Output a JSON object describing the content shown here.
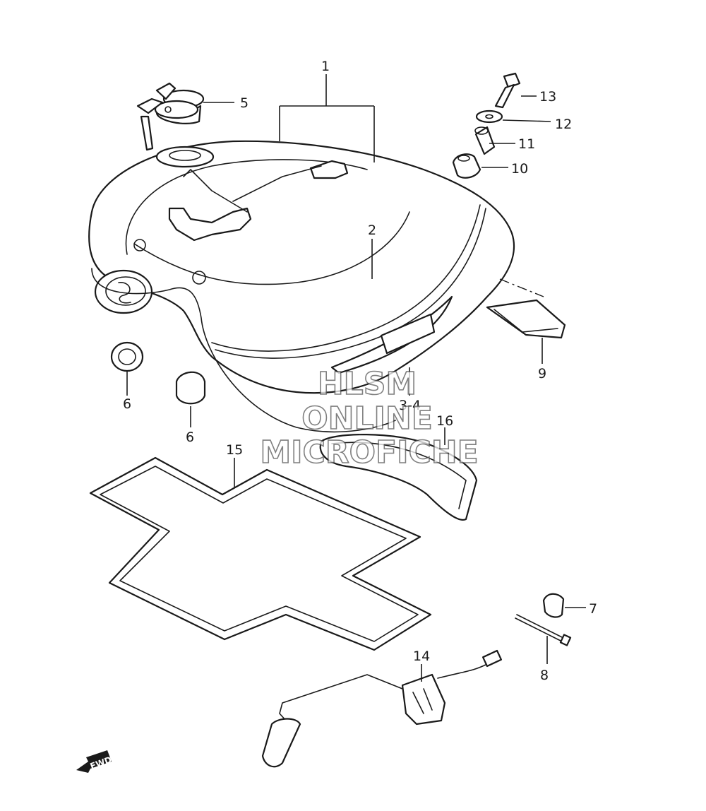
{
  "callouts": {
    "c1": "1",
    "c2": "2",
    "c34": "3-4",
    "c5": "5",
    "c6a": "6",
    "c6b": "6",
    "c7": "7",
    "c8": "8",
    "c9": "9",
    "c10": "10",
    "c11": "11",
    "c12": "12",
    "c13": "13",
    "c14": "14",
    "c15": "15",
    "c16": "16"
  },
  "watermark": {
    "line1": "HLSM",
    "line2": "ONLINE",
    "line3": "MICROFICHE"
  },
  "direction_badge": "FWD"
}
